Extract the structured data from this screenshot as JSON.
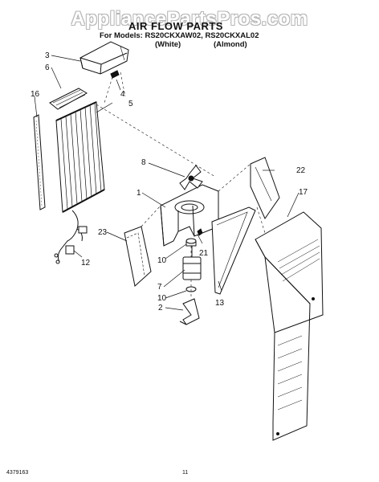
{
  "watermark": "AppliancePartsPros.com",
  "header": {
    "title": "AIR FLOW PARTS",
    "subtitle": "For Models: RS20CKXAW02,  RS20CKXAL02",
    "variant_1": "(White)",
    "variant_2": "(Almond)"
  },
  "callouts": [
    "3",
    "6",
    "4",
    "16",
    "5",
    "8",
    "22",
    "1",
    "17",
    "23",
    "21",
    "12",
    "10",
    "7",
    "10",
    "13",
    "2"
  ],
  "footer": {
    "doc_number": "4379163",
    "page_number": "11"
  }
}
